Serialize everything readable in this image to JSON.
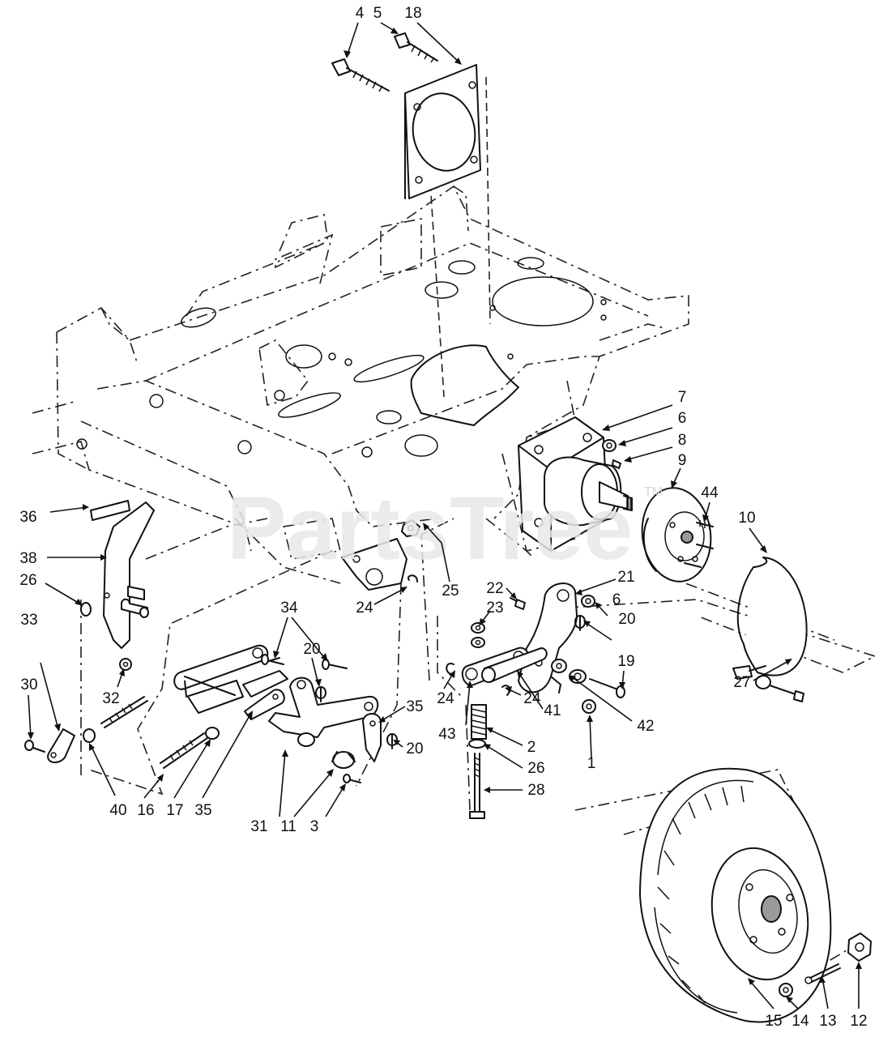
{
  "watermark": {
    "text": "PartsTree",
    "trademark": "TM"
  },
  "callouts": [
    {
      "id": "c4",
      "label": "4"
    },
    {
      "id": "c5",
      "label": "5"
    },
    {
      "id": "c18",
      "label": "18"
    },
    {
      "id": "c7",
      "label": "7"
    },
    {
      "id": "c6a",
      "label": "6"
    },
    {
      "id": "c8",
      "label": "8"
    },
    {
      "id": "c9",
      "label": "9"
    },
    {
      "id": "c44",
      "label": "44"
    },
    {
      "id": "c10",
      "label": "10"
    },
    {
      "id": "c36",
      "label": "36"
    },
    {
      "id": "c38",
      "label": "38"
    },
    {
      "id": "c26a",
      "label": "26"
    },
    {
      "id": "c25",
      "label": "25"
    },
    {
      "id": "c24a",
      "label": "24"
    },
    {
      "id": "c22",
      "label": "22"
    },
    {
      "id": "c23",
      "label": "23"
    },
    {
      "id": "c21",
      "label": "21"
    },
    {
      "id": "c6b",
      "label": "6"
    },
    {
      "id": "c20a",
      "label": "20"
    },
    {
      "id": "c34",
      "label": "34"
    },
    {
      "id": "c20b",
      "label": "20"
    },
    {
      "id": "c33",
      "label": "33"
    },
    {
      "id": "c30",
      "label": "30"
    },
    {
      "id": "c32",
      "label": "32"
    },
    {
      "id": "c19",
      "label": "19"
    },
    {
      "id": "c27",
      "label": "27"
    },
    {
      "id": "c24b",
      "label": "24"
    },
    {
      "id": "c24c",
      "label": "24"
    },
    {
      "id": "c41",
      "label": "41"
    },
    {
      "id": "c42",
      "label": "42"
    },
    {
      "id": "c43",
      "label": "43"
    },
    {
      "id": "c35a",
      "label": "35"
    },
    {
      "id": "c20c",
      "label": "20"
    },
    {
      "id": "c2",
      "label": "2"
    },
    {
      "id": "c1",
      "label": "1"
    },
    {
      "id": "c26b",
      "label": "26"
    },
    {
      "id": "c28",
      "label": "28"
    },
    {
      "id": "c40",
      "label": "40"
    },
    {
      "id": "c16",
      "label": "16"
    },
    {
      "id": "c17",
      "label": "17"
    },
    {
      "id": "c35b",
      "label": "35"
    },
    {
      "id": "c31",
      "label": "31"
    },
    {
      "id": "c11",
      "label": "11"
    },
    {
      "id": "c3",
      "label": "3"
    },
    {
      "id": "c15",
      "label": "15"
    },
    {
      "id": "c14",
      "label": "14"
    },
    {
      "id": "c13",
      "label": "13"
    },
    {
      "id": "c12",
      "label": "12"
    }
  ]
}
